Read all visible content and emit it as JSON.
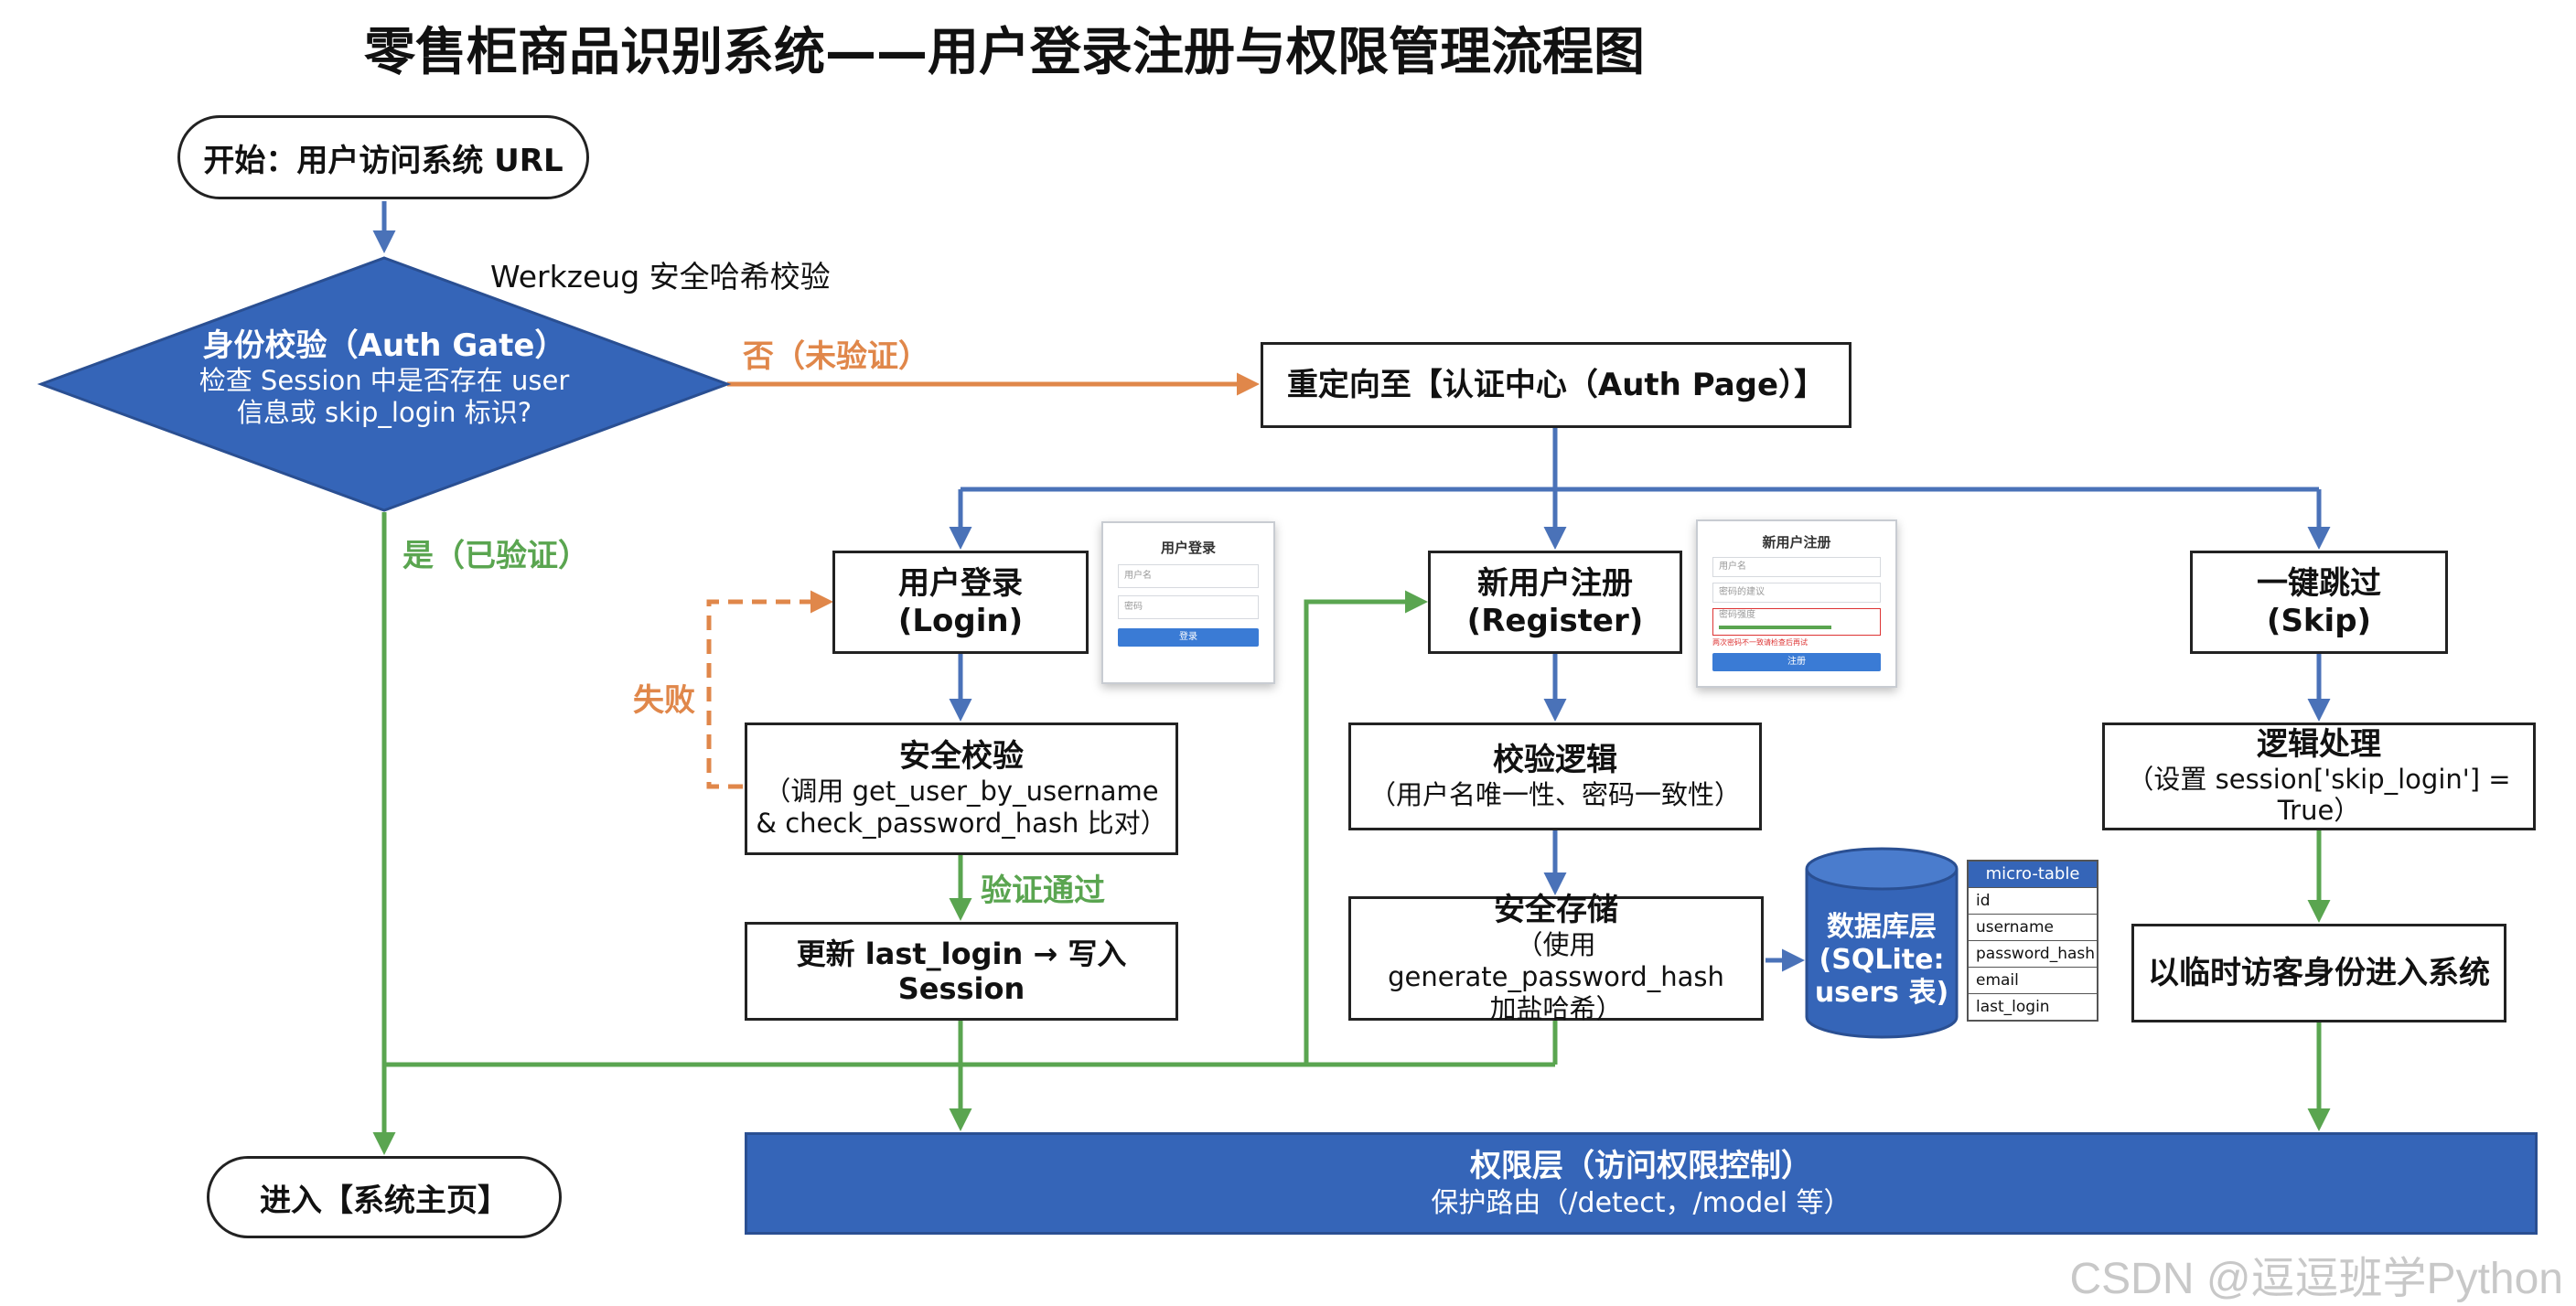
{
  "title": "零售柜商品识别系统——用户登录注册与权限管理流程图",
  "colors": {
    "blue": "#4a72b8",
    "green": "#5aa550",
    "orange": "#e0874a",
    "fill_blue": "#3565b8"
  },
  "nodes": {
    "start": "开始：用户访问系统 URL",
    "werkzeug_note": "Werkzeug 安全哈希校验",
    "auth_gate": {
      "title": "身份校验（Auth Gate）",
      "line1": "检查 Session 中是否存在 user",
      "line2": "信息或 skip_login 标识?"
    },
    "no_label": "否（未验证）",
    "yes_label": "是（已验证）",
    "redirect": "重定向至【认证中心（Auth Page）】",
    "login": {
      "l1": "用户登录",
      "l2": "(Login)"
    },
    "register": {
      "l1": "新用户注册",
      "l2": "(Register)"
    },
    "skip": {
      "l1": "一键跳过",
      "l2": "(Skip)"
    },
    "fail_label": "失败",
    "security_check": {
      "title": "安全校验",
      "l1": "（调用 get_user_by_username",
      "l2": "& check_password_hash 比对）"
    },
    "pass_label": "验证通过",
    "update": "更新 last_login → 写入 Session",
    "validate": {
      "title": "校验逻辑",
      "l1": "（用户名唯一性、密码一致性）"
    },
    "store": {
      "title": "安全存储",
      "l1": "（使用 generate_password_hash",
      "l2": "加盐哈希）"
    },
    "db": {
      "l1": "数据库层",
      "l2": "(SQLite:",
      "l3": "users 表)"
    },
    "logic": {
      "title": "逻辑处理",
      "l1": "（设置 session['skip_login'] = True）"
    },
    "guest": "以临时访客身份进入系统",
    "home": "进入【系统主页】",
    "perm": {
      "title": "权限层（访问权限控制）",
      "l1": "保护路由（/detect，/model 等）"
    }
  },
  "mock_login": {
    "title": "用户登录",
    "field1": "用户名",
    "field2": "密码",
    "button": "登录"
  },
  "mock_register": {
    "title": "新用户注册",
    "field1": "用户名",
    "field2": "密码的建议",
    "field3": "密码强度",
    "hint": "两次密码不一致请检查后再试",
    "button": "注册"
  },
  "micro_table": {
    "header": "micro-table",
    "rows": [
      "id",
      "username",
      "password_hash",
      "email",
      "last_login"
    ]
  },
  "watermark": "CSDN @逗逗班学Python"
}
